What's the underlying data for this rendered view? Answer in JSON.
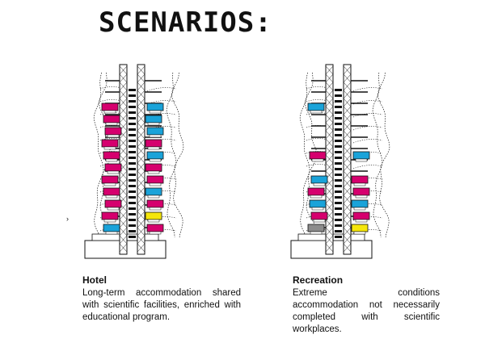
{
  "title": "SCENARIOS:",
  "colors": {
    "magenta": "#d6006e",
    "cyan": "#1aa3d9",
    "yellow": "#f5e60a",
    "gray": "#8c8c8c"
  },
  "scenarios": [
    {
      "name": "Hotel",
      "description": "Long-term accommodation shared with scientific facilities, enriched with educational program.",
      "modules": [
        {
          "side": "L",
          "level": 0,
          "color": "magenta"
        },
        {
          "side": "L",
          "level": 1,
          "color": "magenta"
        },
        {
          "side": "L",
          "level": 2,
          "color": "magenta"
        },
        {
          "side": "L",
          "level": 3,
          "color": "magenta"
        },
        {
          "side": "L",
          "level": 4,
          "color": "magenta"
        },
        {
          "side": "L",
          "level": 5,
          "color": "magenta"
        },
        {
          "side": "L",
          "level": 6,
          "color": "magenta"
        },
        {
          "side": "L",
          "level": 7,
          "color": "magenta"
        },
        {
          "side": "L",
          "level": 8,
          "color": "magenta"
        },
        {
          "side": "L",
          "level": 9,
          "color": "magenta"
        },
        {
          "side": "L",
          "level": 10,
          "color": "cyan"
        },
        {
          "side": "R",
          "level": 0,
          "color": "cyan"
        },
        {
          "side": "R",
          "level": 1,
          "color": "cyan"
        },
        {
          "side": "R",
          "level": 2,
          "color": "cyan"
        },
        {
          "side": "R",
          "level": 3,
          "color": "magenta"
        },
        {
          "side": "R",
          "level": 4,
          "color": "cyan"
        },
        {
          "side": "R",
          "level": 5,
          "color": "magenta"
        },
        {
          "side": "R",
          "level": 6,
          "color": "magenta"
        },
        {
          "side": "R",
          "level": 7,
          "color": "cyan"
        },
        {
          "side": "R",
          "level": 8,
          "color": "magenta"
        },
        {
          "side": "R",
          "level": 9,
          "color": "yellow"
        },
        {
          "side": "R",
          "level": 10,
          "color": "magenta"
        }
      ]
    },
    {
      "name": "Recreation",
      "description": "Extreme conditions accommodation not necessarily completed with scientific workplaces.",
      "modules": [
        {
          "side": "L",
          "level": 0,
          "color": "cyan"
        },
        {
          "side": "L",
          "level": 4,
          "color": "magenta"
        },
        {
          "side": "L",
          "level": 6,
          "color": "cyan"
        },
        {
          "side": "L",
          "level": 7,
          "color": "magenta"
        },
        {
          "side": "L",
          "level": 8,
          "color": "cyan"
        },
        {
          "side": "L",
          "level": 9,
          "color": "magenta"
        },
        {
          "side": "L",
          "level": 10,
          "color": "gray"
        },
        {
          "side": "R",
          "level": 4,
          "color": "cyan"
        },
        {
          "side": "R",
          "level": 6,
          "color": "magenta"
        },
        {
          "side": "R",
          "level": 7,
          "color": "magenta"
        },
        {
          "side": "R",
          "level": 8,
          "color": "cyan"
        },
        {
          "side": "R",
          "level": 9,
          "color": "magenta"
        },
        {
          "side": "R",
          "level": 10,
          "color": "yellow"
        }
      ]
    }
  ]
}
